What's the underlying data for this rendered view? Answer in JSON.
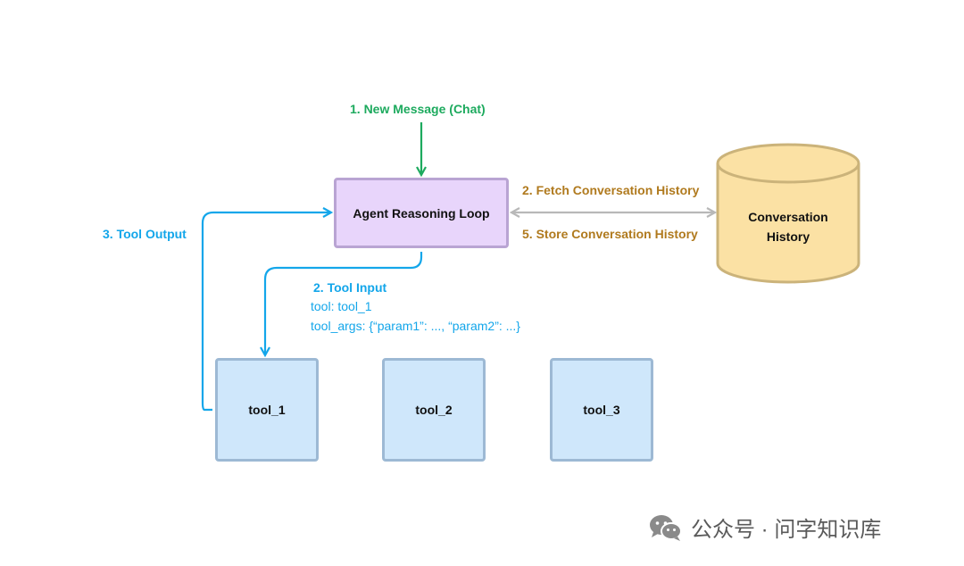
{
  "nodes": {
    "agent": "Agent Reasoning Loop",
    "history_line1": "Conversation",
    "history_line2": "History",
    "tool1": "tool_1",
    "tool2": "tool_2",
    "tool3": "tool_3"
  },
  "labels": {
    "new_message": "1. New Message (Chat)",
    "fetch_history": "2. Fetch Conversation History",
    "store_history": "5. Store Conversation History",
    "tool_output": "3. Tool Output",
    "tool_input": "2. Tool Input",
    "tool_name": "tool: tool_1",
    "tool_args": "tool_args: {“param1”: ..., “param2”: ...}"
  },
  "watermark": {
    "text": "公众号 · 问字知识库",
    "icon": "wechat-icon"
  },
  "colors": {
    "green": "#1daa5e",
    "orange": "#b07a1e",
    "blue": "#13a6ea",
    "agent_fill": "#e8d5fb",
    "tool_fill": "#cfe7fb",
    "db_fill": "#fbe1a4"
  }
}
